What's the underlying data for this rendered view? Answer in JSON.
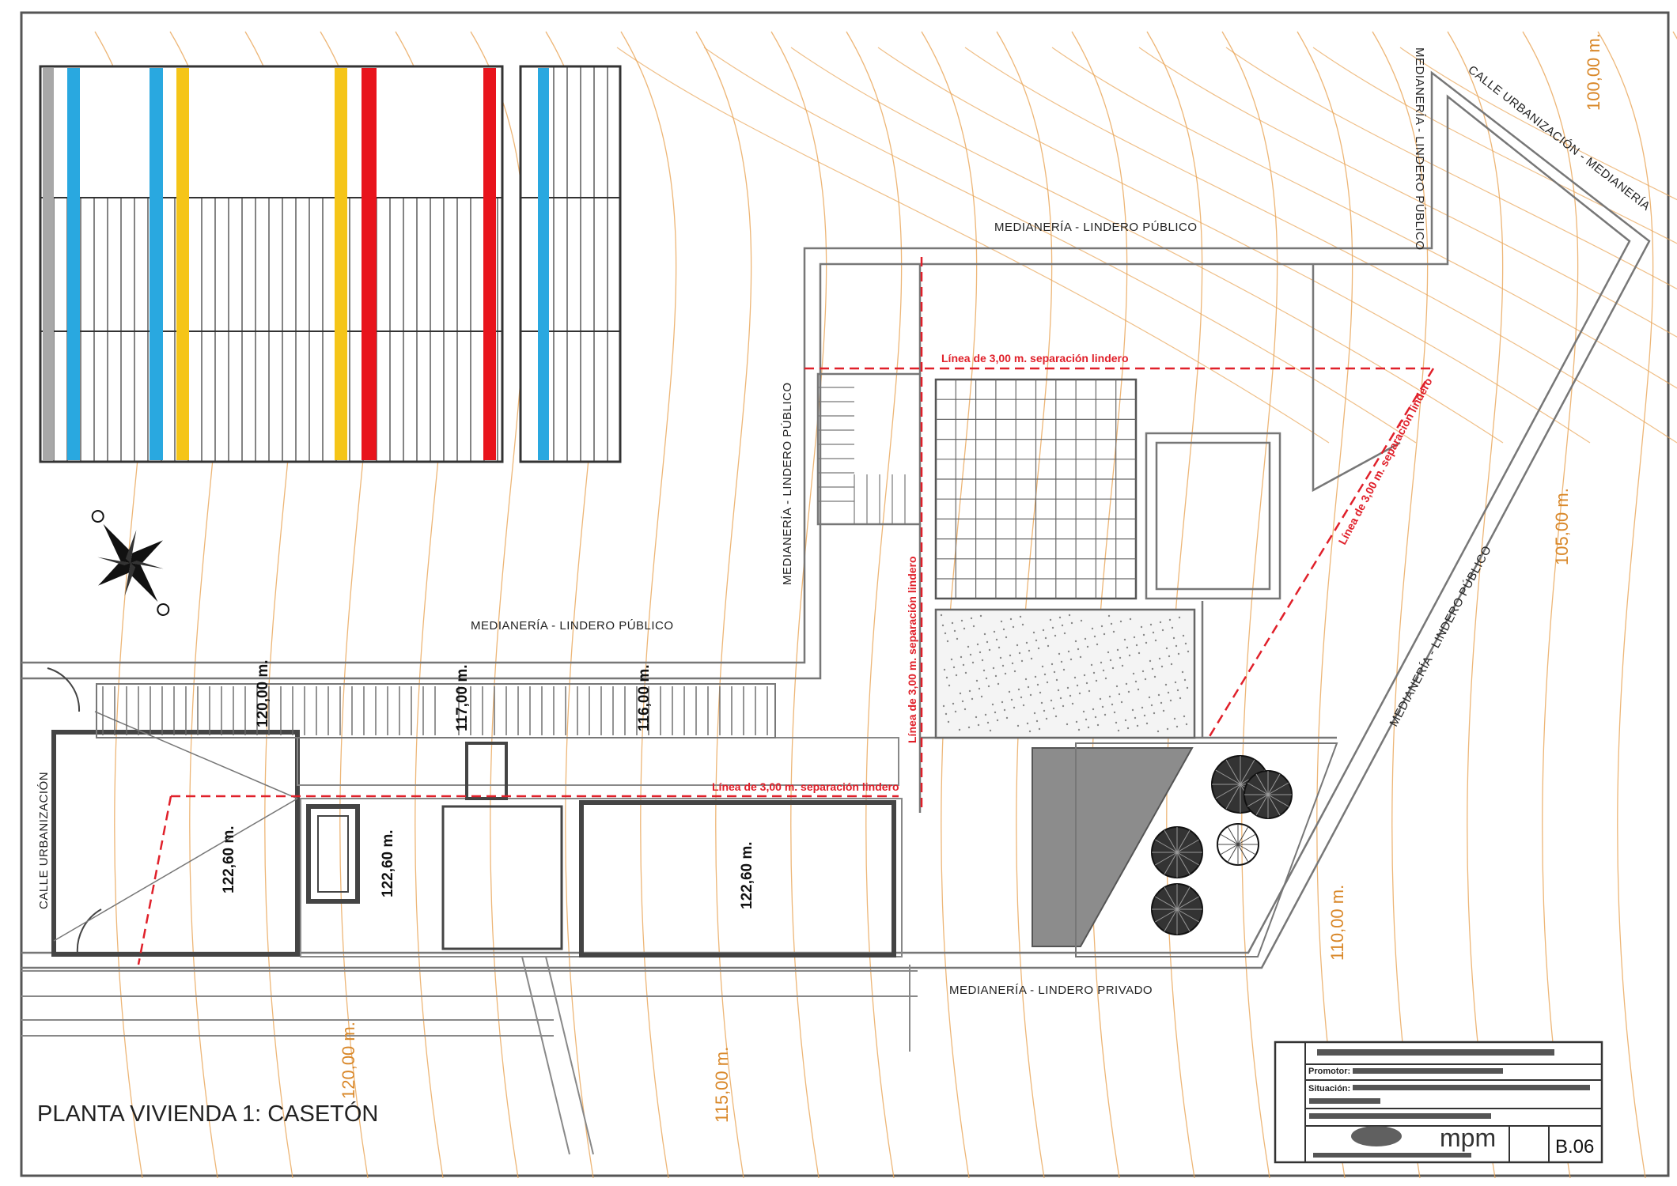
{
  "drawing": {
    "title": "PLANTA VIVIENDA 1: CASETÓN",
    "labels": {
      "top_public": "MEDIANERÍA - LINDERO PÚBLICO",
      "mid_public": "MEDIANERÍA - LINDERO PÚBLICO",
      "bottom_private": "MEDIANERÍA - LINDERO PRIVADO",
      "vertical_public": "MEDIANERÍA - LINDERO PÚBLICO",
      "vertical_public_top": "MEDIANERÍA - LINDERO PÚBLICO",
      "diagonal_public": "MEDIANERÍA - LINDERO PÚBLICO",
      "diagonal_street": "CALLE URBANIZACIÓN - MEDIANERÍA",
      "street_left": "CALLE URBANIZACIÓN"
    },
    "contours": {
      "c100": "100,00 m.",
      "c105": "105,00 m.",
      "c110": "110,00 m.",
      "c115": "115,00 m.",
      "c120": "120,00 m."
    },
    "elevations": {
      "e117": "117,00 m.",
      "e116": "116,00 m.",
      "e120": "120,00 m.",
      "room_left": "122,60 m.",
      "room_stair": "122,60 m.",
      "room_main": "122,60 m."
    },
    "red_lines": {
      "upper": "Línea de 3,00 m. separación lindero",
      "vertical": "Línea de 3,00 m. separación lindero",
      "diagonal": "Línea de 3,00 m. separación lindero",
      "lower": "Línea de 3,00 m. separación lindero"
    },
    "colors": {
      "contour": "#e8a455",
      "red_line": "#e0202a",
      "table_blue": "#29a8e0",
      "table_yellow": "#f5c518",
      "table_red": "#e8141c",
      "table_gray": "#a8a8a8"
    }
  },
  "title_block": {
    "promotor_label": "Promotor:",
    "situacion_label": "Situación:",
    "firm": "mpm",
    "sheet": "B.06"
  }
}
